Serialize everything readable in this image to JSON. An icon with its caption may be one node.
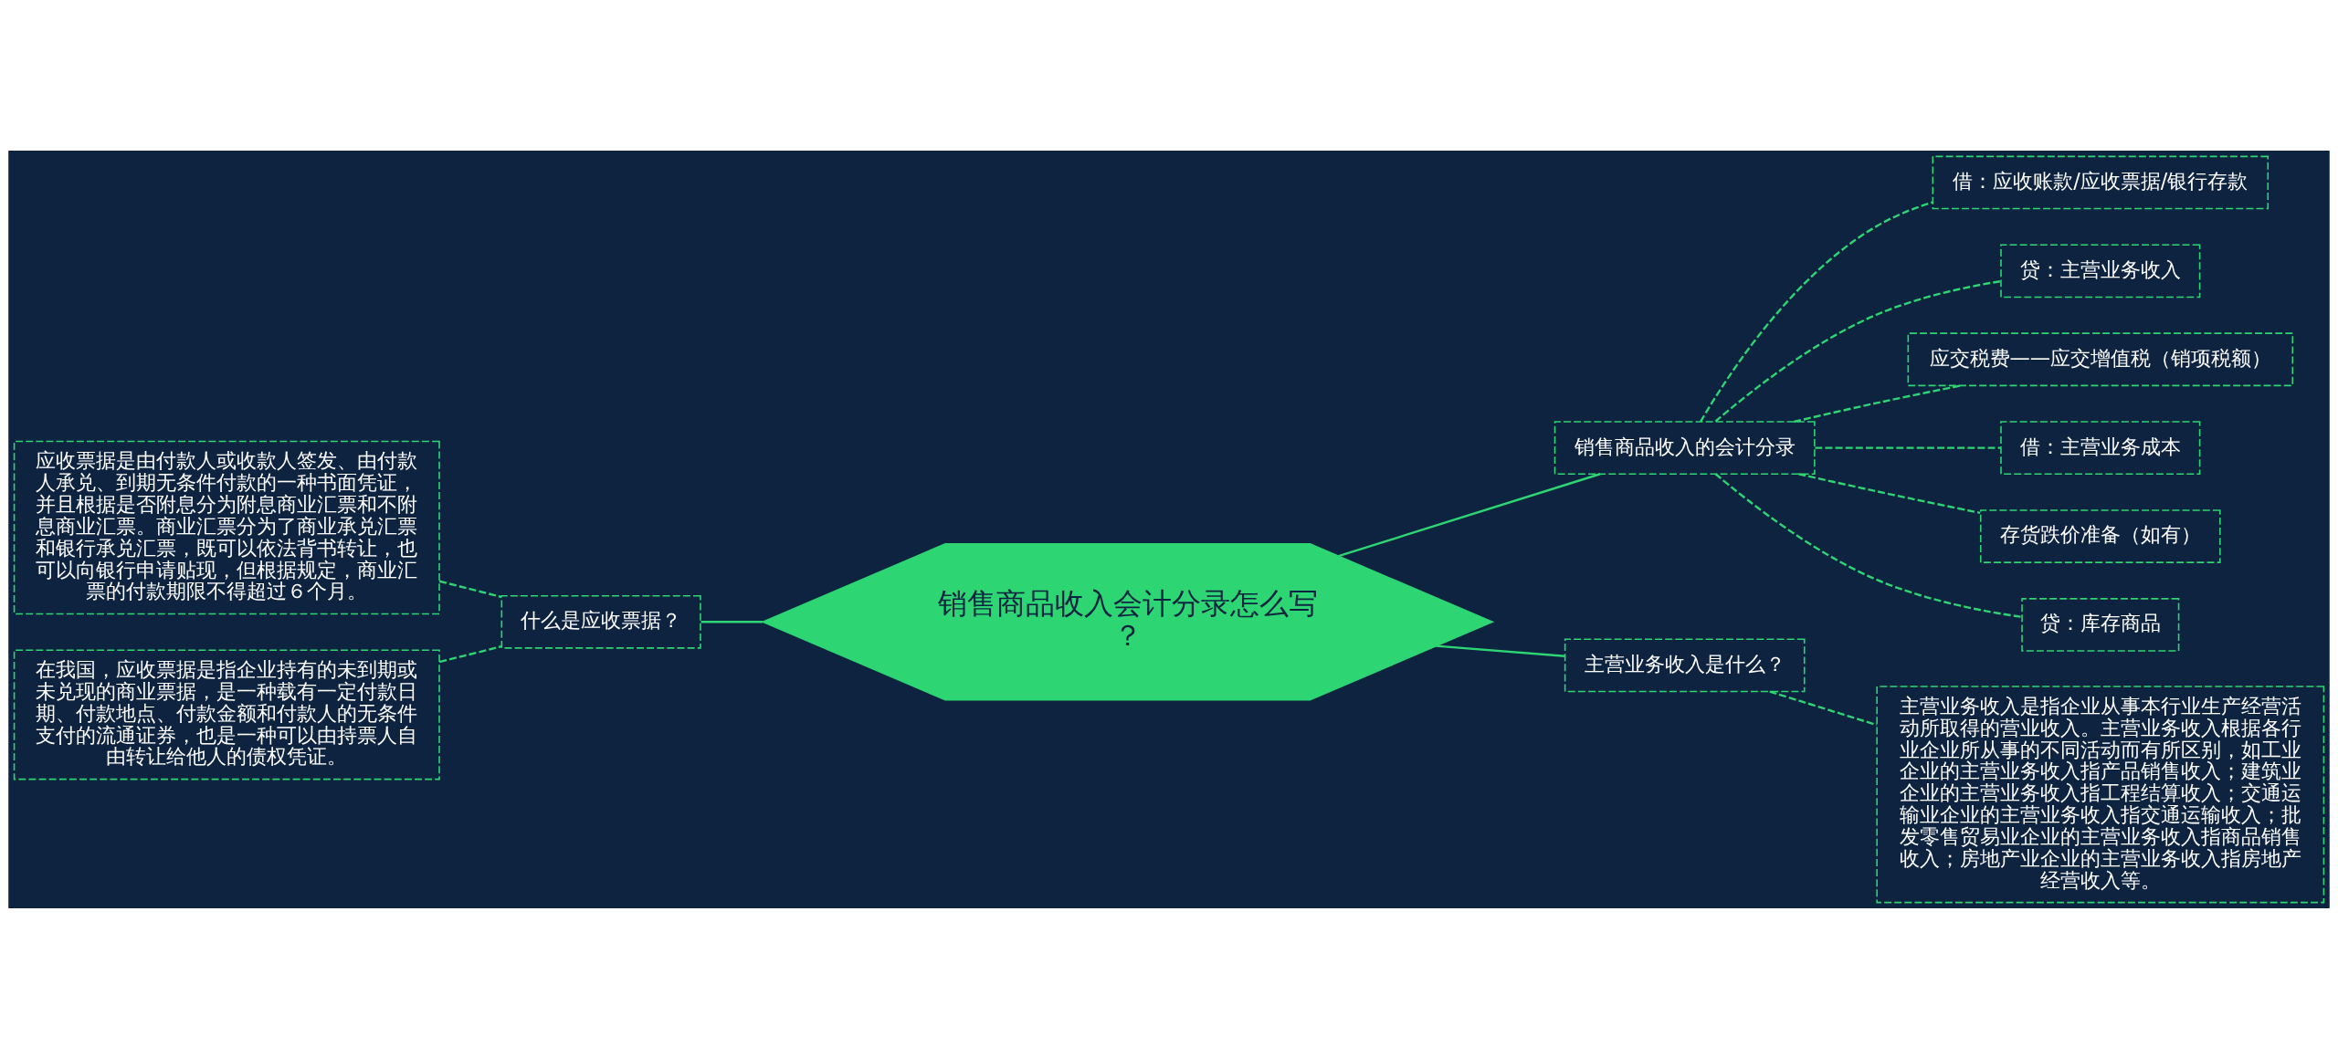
{
  "diagram": {
    "nodes": [
      {
        "text": [
          "销售商品收入会计分录怎么写？"
        ]
      },
      {
        "text": [
          "什么是应收票据？"
        ]
      },
      {
        "text": [
          "应收票据是由付款人或收款人签发、由付款人承兑、到期无条件付款的一种书面凭证，并且根据是否附息分为附息商业汇票和不附息商业汇票。商业汇票分为了商业承兑汇票和银行承兑汇票，既可以依法背书转让，也可以向银行申请贴现，但根据规定，商业汇票的付款期限不得超过６个月。"
        ]
      },
      {
        "text": [
          "在我国，应收票据是指企业持有的未到期或未兑现的商业票据，是一种载有一定付款日期、付款地点、付款金额和付款人的无条件支付的流通证券，也是一种可以由持票人自由转让给他人的债权凭证。"
        ]
      },
      {
        "text": [
          "销售商品收入的会计分录"
        ]
      },
      {
        "text": [
          "借：应收账款/应收票据/银行存款"
        ]
      },
      {
        "text": [
          "贷：主营业务收入"
        ]
      },
      {
        "text": [
          "应交税费——应交增值税（销项税额）"
        ]
      },
      {
        "text": [
          "借：主营业务成本"
        ]
      },
      {
        "text": [
          "存货跌价准备（如有）"
        ]
      },
      {
        "text": [
          "贷：库存商品"
        ]
      },
      {
        "text": [
          "主营业务收入是什么？"
        ]
      },
      {
        "text": [
          "主营业务收入是指企业从事本行业生产经营活动所取得的营业收入。主营业务收入根据各行业企业所从事的不同活动而有所区别，如工业企业的主营业务收入指产品销售收入；建筑业企业的主营业务收入指工程结算收入；交通运输业企业的主营业务收入指交通运输收入；批发零售贸易业企业的主营业务收入指商品销售收入；房地产业企业的主营业务收入指房地产经营收入等。"
        ]
      }
    ],
    "edges": [
      {
        "from": 0,
        "to": 1,
        "arrow": "none"
      },
      {
        "from": 1,
        "to": 2,
        "arrow": "none",
        "style": "dashed"
      },
      {
        "from": 1,
        "to": 3,
        "arrow": "none",
        "style": "dashed"
      },
      {
        "from": 0,
        "to": 4,
        "arrow": "none"
      },
      {
        "from": 4,
        "to": 5,
        "arrow": "none",
        "style": "dashed"
      },
      {
        "from": 4,
        "to": 6,
        "arrow": "none",
        "style": "dashed"
      },
      {
        "from": 4,
        "to": 7,
        "arrow": "none",
        "style": "dashed"
      },
      {
        "from": 4,
        "to": 8,
        "arrow": "none",
        "style": "dashed"
      },
      {
        "from": 4,
        "to": 9,
        "arrow": "none",
        "style": "dashed"
      },
      {
        "from": 4,
        "to": 10,
        "arrow": "none",
        "style": "dashed"
      },
      {
        "from": 0,
        "to": 11,
        "arrow": "none"
      },
      {
        "from": 11,
        "to": 12,
        "arrow": "none",
        "style": "dashed"
      }
    ]
  }
}
